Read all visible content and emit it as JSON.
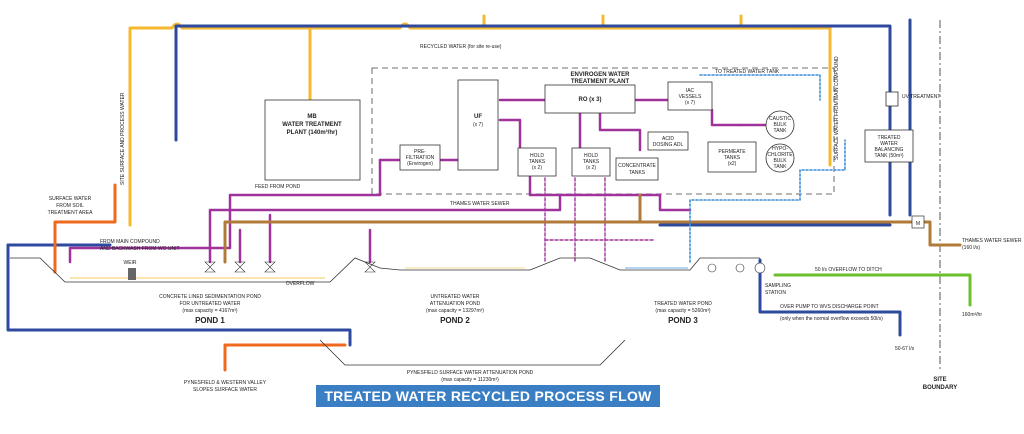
{
  "title": "TREATED WATER RECYCLED PROCESS FLOW",
  "colors": {
    "yellow": "#f5b82e",
    "blue": "#2e4a9e",
    "magenta": "#a0329c",
    "brown": "#b07a3a",
    "orange": "#f06a1e",
    "green": "#6cbf2e",
    "lightblue": "#3a8fd8",
    "banner": "#3a7fc4"
  },
  "labels": {
    "recycled": "RECYCLED WATER (for site re-use)",
    "site_surface": "SITE SURFACE AND PROCESS WATER",
    "envirogen_1": "ENVIROGEN WATER",
    "envirogen_2": "TREATMENT PLANT",
    "to_treated": "TO TREATED WATER TANK",
    "wtp_1": "MB",
    "wtp_2": "WATER TREATMENT",
    "wtp_3": "PLANT (140m³/hr)",
    "uf_1": "UF",
    "uf_2": "(x 7)",
    "ro": "RO (x 3)",
    "iac_1": "IAC",
    "iac_2": "VESSELS",
    "iac_3": "(x 7)",
    "prefilt_1": "PRE-",
    "prefilt_2": "FILTRATION",
    "prefilt_3": "(Envirogen)",
    "hold1_1": "HOLD",
    "hold1_2": "TANKS",
    "hold1_3": "(x 2)",
    "hold2_1": "HOLD",
    "hold2_2": "TANKS",
    "hold2_3": "(x 2)",
    "concentrate_1": "CONCENTRATE",
    "concentrate_2": "TANKS",
    "acid_1": "ACID",
    "acid_2": "DOSING ADL",
    "permeate_1": "PERMEATE",
    "permeate_2": "TANKS",
    "permeate_3": "(x2)",
    "caustic_1": "CAUSTIC",
    "caustic_2": "BULK",
    "caustic_3": "TANK",
    "hypo_1": "HYPO-",
    "hypo_2": "CHLORITE",
    "hypo_3": "BULK",
    "hypo_4": "TANK",
    "balancing_1": "TREATED",
    "balancing_2": "WATER",
    "balancing_3": "BALANCING",
    "balancing_4": "TANK (50m³)",
    "uv": "UV TREATMENT",
    "surface_main": "SURFACE WATER FROM MAIN COMPOUND",
    "feed_pond": "FEED FROM POND",
    "thames_sewer": "THAMES WATER SEWER",
    "from_main_1": "FROM MAIN COMPOUND",
    "from_main_2": "AND BACKWASH FROM WO UNIT",
    "soil_1": "SURFACE WATER",
    "soil_2": "FROM SOIL",
    "soil_3": "TREATMENT AREA",
    "pond1_desc_1": "CONCRETE LINED SEDIMENTATION POND",
    "pond1_desc_2": "FOR UNTREATED WATER",
    "pond1_desc_3": "(max capacity = 4167m³)",
    "pond1": "POND 1",
    "pond2_desc_1": "UNTREATED WATER",
    "pond2_desc_2": "ATTENUATION POND",
    "pond2_desc_3": "(max capacity = 13297m³)",
    "pond2": "POND 2",
    "pond3_desc_1": "TREATED WATER POND",
    "pond3_desc_2": "(max capacity = 5260m³)",
    "pond3": "POND 3",
    "overflow": "OVERFLOW",
    "overflow_ditch": "50 l/s OVERFLOW TO DITCH",
    "sampling_1": "SAMPLING",
    "sampling_2": "STATION",
    "over_pump": "OVER PUMP TO WVS DISCHARGE POINT",
    "over_pump_2": "(only when the normal overflow exceeds 50l/s)",
    "flow_160": "160m³/hr",
    "flow_5067": "50-67 l/s",
    "pynesfield_1": "PYNESFIELD SURFACE WATER ATTENUATION POND",
    "pynesfield_2": "(max capacity = 11230m³)",
    "valley_1": "PYNESFIELD & WESTERN VALLEY",
    "valley_2": "SLOPES SURFACE WATER",
    "thames_conn_1": "THAMES WATER SEWER",
    "thames_conn_2": "(160 l/s)",
    "site_1": "SITE",
    "site_2": "BOUNDARY",
    "weir": "WEIR",
    "meter": "M"
  }
}
